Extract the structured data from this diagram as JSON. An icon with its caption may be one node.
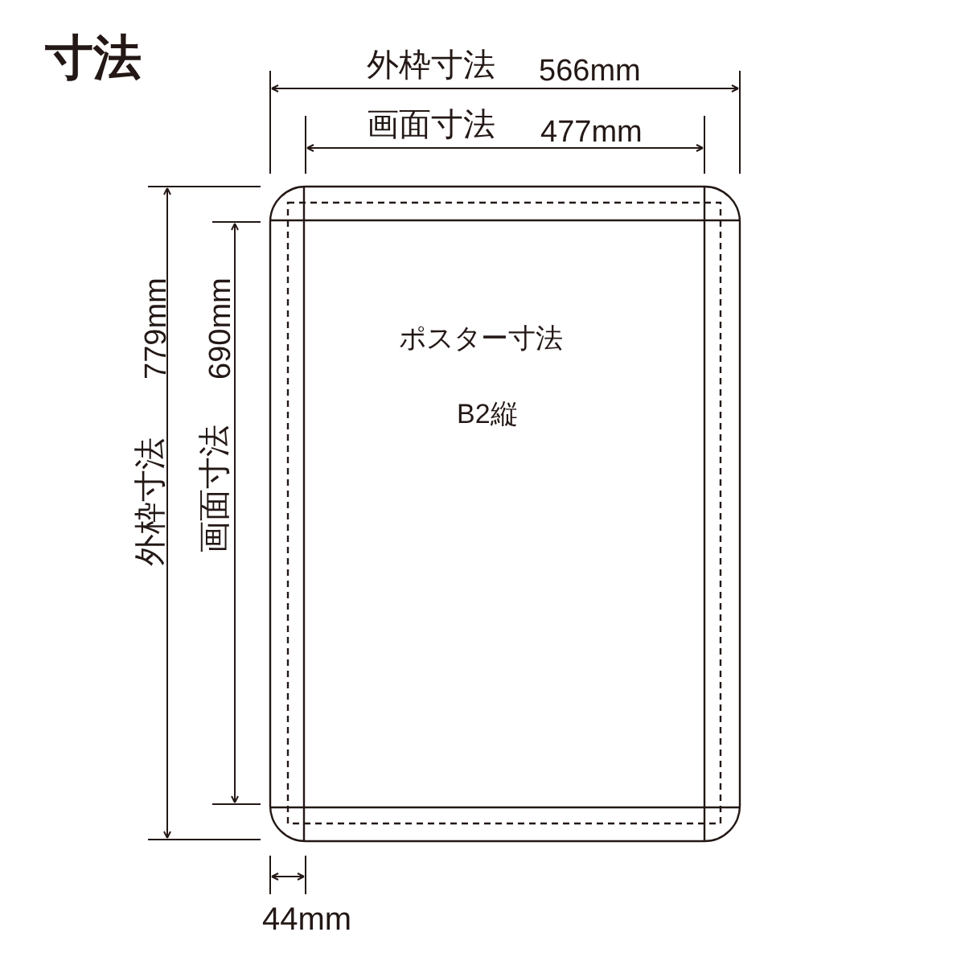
{
  "diagram": {
    "title": "寸法",
    "nodes": [
      {
        "text": [
          "ポスター寸法",
          "B2縦"
        ]
      }
    ],
    "labels": [
      "外枠寸法",
      "566mm",
      "画面寸法",
      "477mm",
      "外枠寸法",
      "779mm",
      "画面寸法",
      "690mm",
      "44mm"
    ]
  }
}
